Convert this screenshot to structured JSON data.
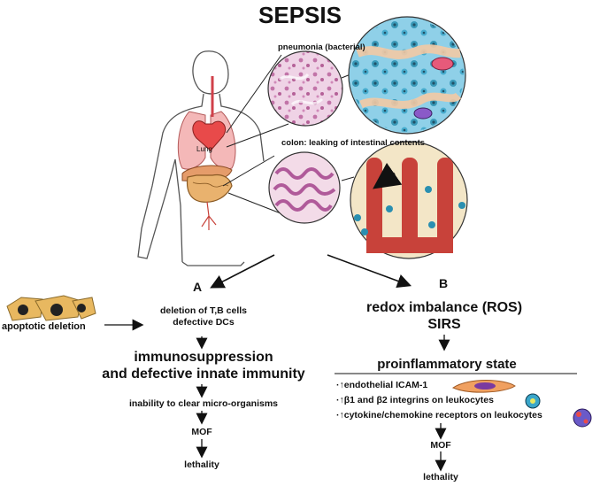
{
  "title": "SEPSIS",
  "upper": {
    "pneumonia_label": "pneumonia (bacterial)",
    "colon_label": "colon: leaking of intestinal contents",
    "lung_label": "Lung"
  },
  "branch_a": {
    "letter": "A",
    "apoptotic_label": "apoptotic deletion",
    "deletion_line1": "deletion of T,B cells",
    "deletion_line2": "defective DCs",
    "immuno_line1": "immunosuppression",
    "immuno_line2": "and defective innate immunity",
    "inability": "inability to clear micro-organisms",
    "mof": "MOF",
    "lethality": "lethality"
  },
  "branch_b": {
    "letter": "B",
    "redox": "redox imbalance (ROS)",
    "sirs": "SIRS",
    "proinflammatory": "proinflammatory state",
    "bullet1_sym": "↑",
    "bullet1_text": "endothelial ICAM-1",
    "bullet2_sym": "↑",
    "bullet2_text": "β1 and β2 integrins on leukocytes",
    "bullet3_sym": "↑",
    "bullet3_text": "cytokine/chemokine receptors on leukocytes",
    "mof": "MOF",
    "lethality": "lethality"
  },
  "colors": {
    "lung": "#f4b8b8",
    "heart": "#e84a4a",
    "colon": "#e9b26e",
    "tissue": "#d98fbf",
    "alveolar_bg": "#8fd0e8",
    "villus": "#c8423a",
    "cell": "#e8b860",
    "bacteria": "#2a8fb0"
  }
}
